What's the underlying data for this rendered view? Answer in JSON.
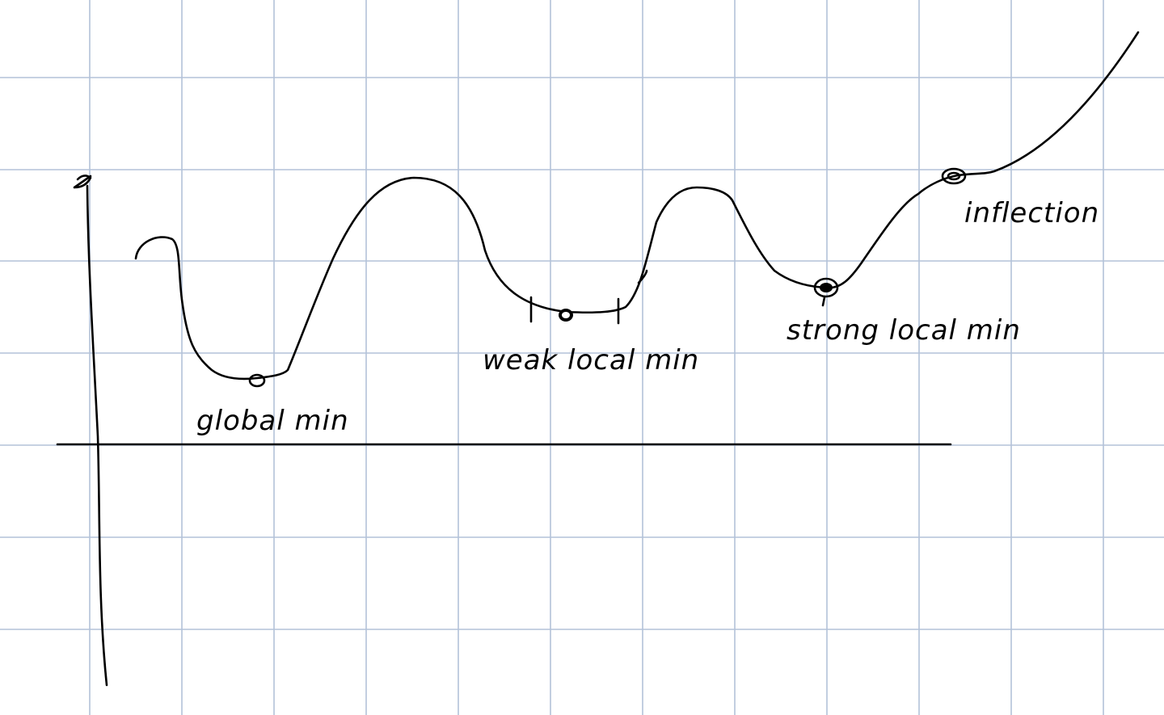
{
  "labels": {
    "global_min": "global min",
    "weak_local_min": "weak local min",
    "strong_local_min": "strong local min",
    "inflection": "inflection"
  },
  "colors": {
    "grid": "#b3c2d9",
    "ink": "#000000",
    "paper": "#ffffff"
  }
}
